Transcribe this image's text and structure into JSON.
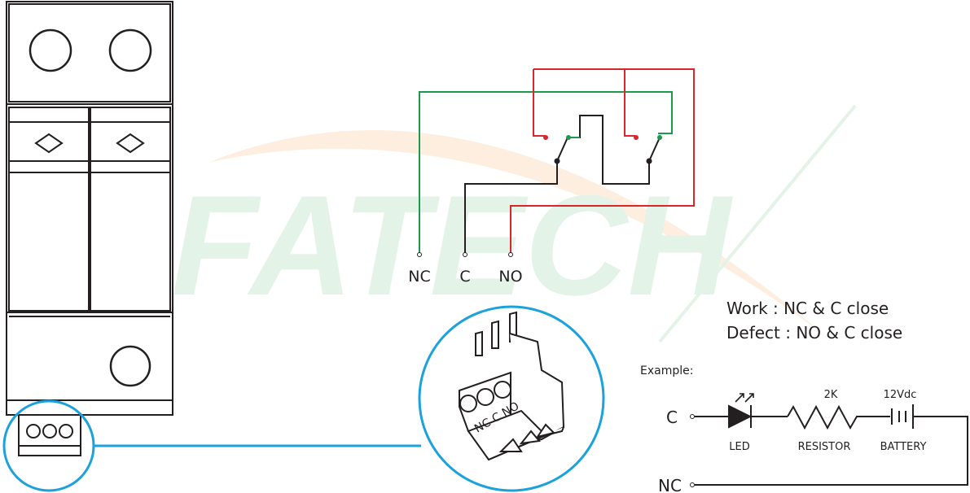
{
  "watermark": {
    "brand": "FATECH"
  },
  "relay": {
    "terminals": [
      "NC",
      "C",
      "NO"
    ]
  },
  "status": {
    "work": "Work : NC & C close",
    "defect": "Defect : NO & C close"
  },
  "example": {
    "title": "Example:",
    "terminal_top": "C",
    "terminal_bottom": "NC",
    "led_label": "LED",
    "resistor_label": "RESISTOR",
    "resistor_value": "2K",
    "battery_label": "BATTERY",
    "battery_value": "12Vdc"
  },
  "connector": {
    "marking": "NC C NO"
  },
  "colors": {
    "nc_wire": "#1a9a4a",
    "no_wire": "#d9262b",
    "common_wire": "#231f20",
    "callout": "#1ba1dc",
    "watermark_text": "#e3f3e8",
    "watermark_arc": "#fdeee0"
  }
}
